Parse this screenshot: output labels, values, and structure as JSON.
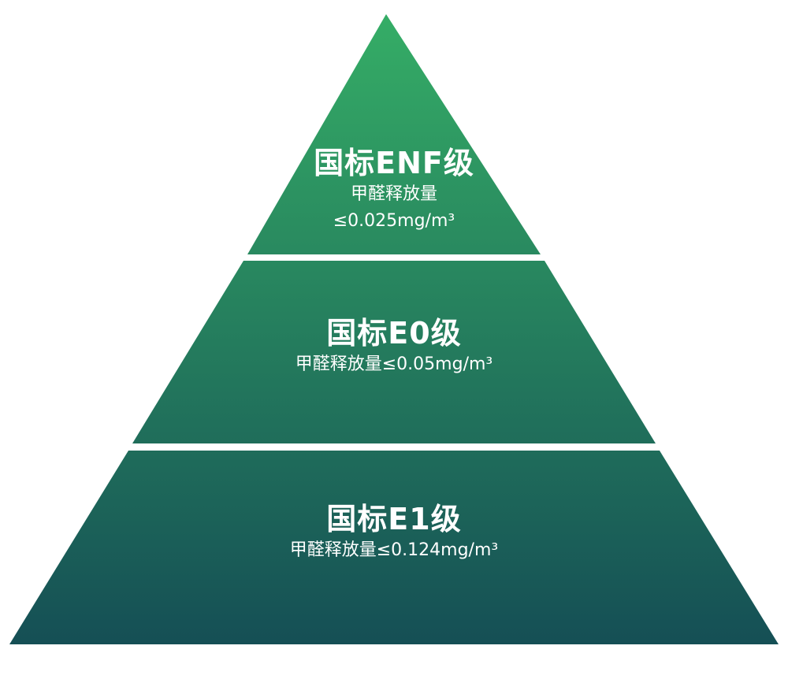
{
  "pyramid": {
    "colors": {
      "top": "#35ad66",
      "bottom": "#154f55",
      "separator": "#ffffff",
      "text": "#ffffff"
    },
    "tiers": [
      {
        "title": "国标ENF级",
        "line1": "甲醛释放量",
        "line2": "≤0.025mg/m³"
      },
      {
        "title": "国标E0级",
        "line1": "甲醛释放量≤0.05mg/m³"
      },
      {
        "title": "国标E1级",
        "line1": "甲醛释放量≤0.124mg/m³"
      }
    ]
  }
}
